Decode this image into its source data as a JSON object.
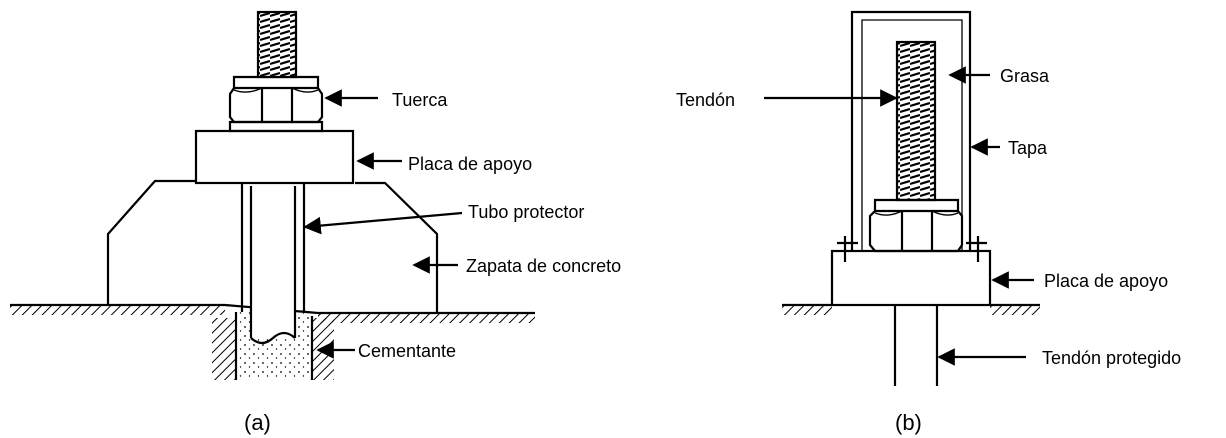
{
  "diagram_a": {
    "caption": "(a)",
    "labels": {
      "nut": "Tuerca",
      "bearing_plate": "Placa de apoyo",
      "protective_tube": "Tubo protector",
      "concrete_footing": "Zapata de concreto",
      "grout": "Cementante"
    }
  },
  "diagram_b": {
    "caption": "(b)",
    "labels": {
      "tendon": "Tendón",
      "grease": "Grasa",
      "cap": "Tapa",
      "bearing_plate": "Placa de apoyo",
      "protected_tendon": "Tendón protegido"
    }
  },
  "colors": {
    "ink": "#000000",
    "background": "#ffffff"
  }
}
